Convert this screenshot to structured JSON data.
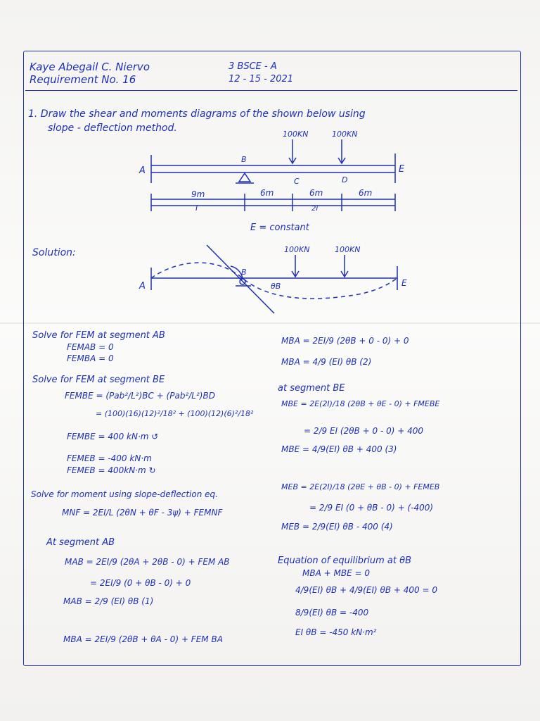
{
  "header": {
    "name": "Kaye Abegail C. Niervo",
    "requirement": "Requirement No. 16",
    "section": "3 BSCE - A",
    "date": "12 - 15 - 2021"
  },
  "problem": {
    "line1": "1. Draw the shear and moments diagrams of the shown below using",
    "line2": "slope - deflection method."
  },
  "beam": {
    "load_left": "100KN",
    "load_right": "100KN",
    "label_a": "A",
    "label_b": "B",
    "label_c": "C",
    "label_d": "D",
    "label_e": "E",
    "span_ab": "9m",
    "span_bc": "6m",
    "span_cd": "6m",
    "span_de": "6m",
    "inertia_ab": "I",
    "inertia_be": "2I",
    "constant": "E = constant"
  },
  "solution": {
    "label": "Solution:",
    "load_left": "100KN",
    "load_right": "100KN",
    "label_a": "A",
    "label_b": "B",
    "label_e": "E",
    "theta": "θB"
  },
  "left_column": [
    "Solve for FEM at segment AB",
    "FEMAB = 0",
    "FEMBA = 0",
    "Solve for FEM at segment BE",
    "FEMBE = (Pab²/L²)BC + (Pab²/L²)BD",
    "= (100)(16)(12)²/18² + (100)(12)(6)²/18²",
    "FEMBE = 400 kN·m ↺",
    "FEMEB = -400 kN·m",
    "FEMEB = 400kN·m ↻",
    "Solve for moment using slope-deflection eq.",
    "MNF = 2EI/L (2θN + θF - 3ψ) + FEMNF",
    "At segment AB",
    "MAB = 2EI/9 (2θA + 2θB - 0) + FEM AB",
    "= 2EI/9 (0 + θB - 0) + 0",
    "MAB = 2/9 (EI) θB   (1)",
    "MBA = 2EI/9 (2θB + θA - 0) + FEM BA"
  ],
  "right_column": [
    "MBA = 2EI/9 (2θB + 0 - 0) + 0",
    "MBA = 4/9 (EI) θB   (2)",
    "at segment BE",
    "MBE = 2E(2I)/18 (2θB + θE - 0) + FMEBE",
    "= 2/9 EI (2θB + 0 - 0) + 400",
    "MBE = 4/9(EI) θB + 400   (3)",
    "MEB = 2E(2I)/18 (2θE + θB - 0) + FEMEB",
    "= 2/9 EI (0 + θB - 0) + (-400)",
    "MEB = 2/9(EI) θB - 400   (4)",
    "Equation of equilibrium at θB",
    "MBA + MBE = 0",
    "4/9(EI) θB + 4/9(EI) θB + 400 = 0",
    "8/9(EI) θB = -400",
    "EI θB = -450 kN·m²"
  ]
}
